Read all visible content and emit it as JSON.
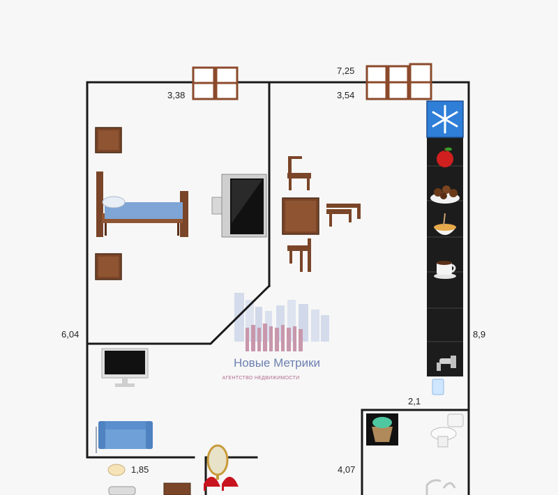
{
  "dimensions": {
    "bedroom_window_width": "3,38",
    "kitchen_top_total": "7,25",
    "kitchen_window_width": "3,54",
    "left_wall_length": "6,04",
    "right_wall_length": "8,9",
    "kitchen_bottom_segment": "2,1",
    "hall_segment": "1,85",
    "bathroom_height": "4,07"
  },
  "watermark": {
    "brand": "Новые Метрики",
    "tagline": "АГЕНТСТВО НЕДВИЖИМОСТИ"
  },
  "colors": {
    "wall": "#1a1a1a",
    "window_frame": "#8b4a2b",
    "furniture_wood": "#7a4528",
    "sofa": "#6fa0d8",
    "watermark_primary": "#6b7fb0",
    "watermark_accent": "#b06a8c"
  },
  "icons": [
    "window-icon",
    "bed-icon",
    "nightstand-icon",
    "tv-icon",
    "table-icon",
    "chair-icon",
    "freezer-icon",
    "apple-icon",
    "meatballs-icon",
    "noodles-icon",
    "coffee-icon",
    "faucet-icon",
    "monitor-icon",
    "sofa-icon",
    "mirror-icon",
    "heels-icon",
    "laundry-basket-icon",
    "toilet-icon",
    "shower-icon"
  ]
}
